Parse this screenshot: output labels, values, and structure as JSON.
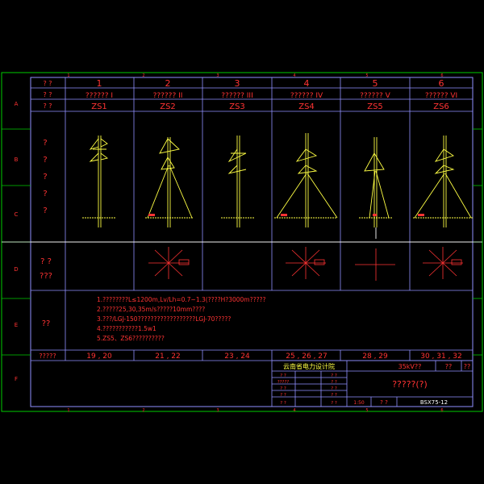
{
  "frame": {
    "top_numbers": [
      "1",
      "2",
      "3",
      "4",
      "5",
      "6"
    ],
    "side_letters": [
      "A",
      "B",
      "C",
      "D",
      "E",
      "F"
    ]
  },
  "table": {
    "header_row1_label": "? ?",
    "header_row2_label": "? ?",
    "header_row3_label": "? ?",
    "column_numbers": [
      "1",
      "2",
      "3",
      "4",
      "5",
      "6"
    ],
    "column_types": [
      "?????? I",
      "?????? II",
      "?????? III",
      "?????? IV",
      "?????? V",
      "?????? VI"
    ],
    "column_codes": [
      "ZS1",
      "ZS2",
      "ZS3",
      "ZS4",
      "ZS5",
      "ZS6"
    ],
    "elevation_label": [
      "?",
      "?",
      "?",
      "?",
      "?"
    ],
    "plan_label": [
      "? ?",
      "???"
    ],
    "notes_label": "??",
    "notes": [
      "1.????????L≤1200m,Lv/Lh=0.7~1.3(????H?3000m?????",
      "2.?????25,30,35m/s?????10mm????",
      "3.???/LGJ-150??????????????????LGJ-70?????",
      "4.???????????1.5w1",
      "5.ZS5、ZS6??????????"
    ],
    "page_label": "?????",
    "pages": [
      "19 , 20",
      "21 , 22",
      "23 , 24",
      "25 , 26 , 27",
      "28 , 29",
      "30 , 31 , 32"
    ]
  },
  "title_block": {
    "company": "云南省电力设计院",
    "voltage": "35kV??",
    "field_a": "??",
    "field_b": "??",
    "drawing_title": "?????(?)",
    "scale": "1:50",
    "drawing_no_label": "? ?",
    "drawing_no": "BSX75-12",
    "signature_rows": [
      [
        "? ?",
        "? ?"
      ],
      [
        "?????",
        "? ?"
      ],
      [
        "? ?",
        "? ?"
      ],
      [
        "? ?",
        "? ?"
      ],
      [
        "? ?",
        "? ?"
      ]
    ]
  },
  "colors": {
    "frame": "#00cc00",
    "grid": "#ffffff",
    "text": "#ff3333",
    "tower": "#ffff44",
    "table_line": "#9090ff"
  }
}
